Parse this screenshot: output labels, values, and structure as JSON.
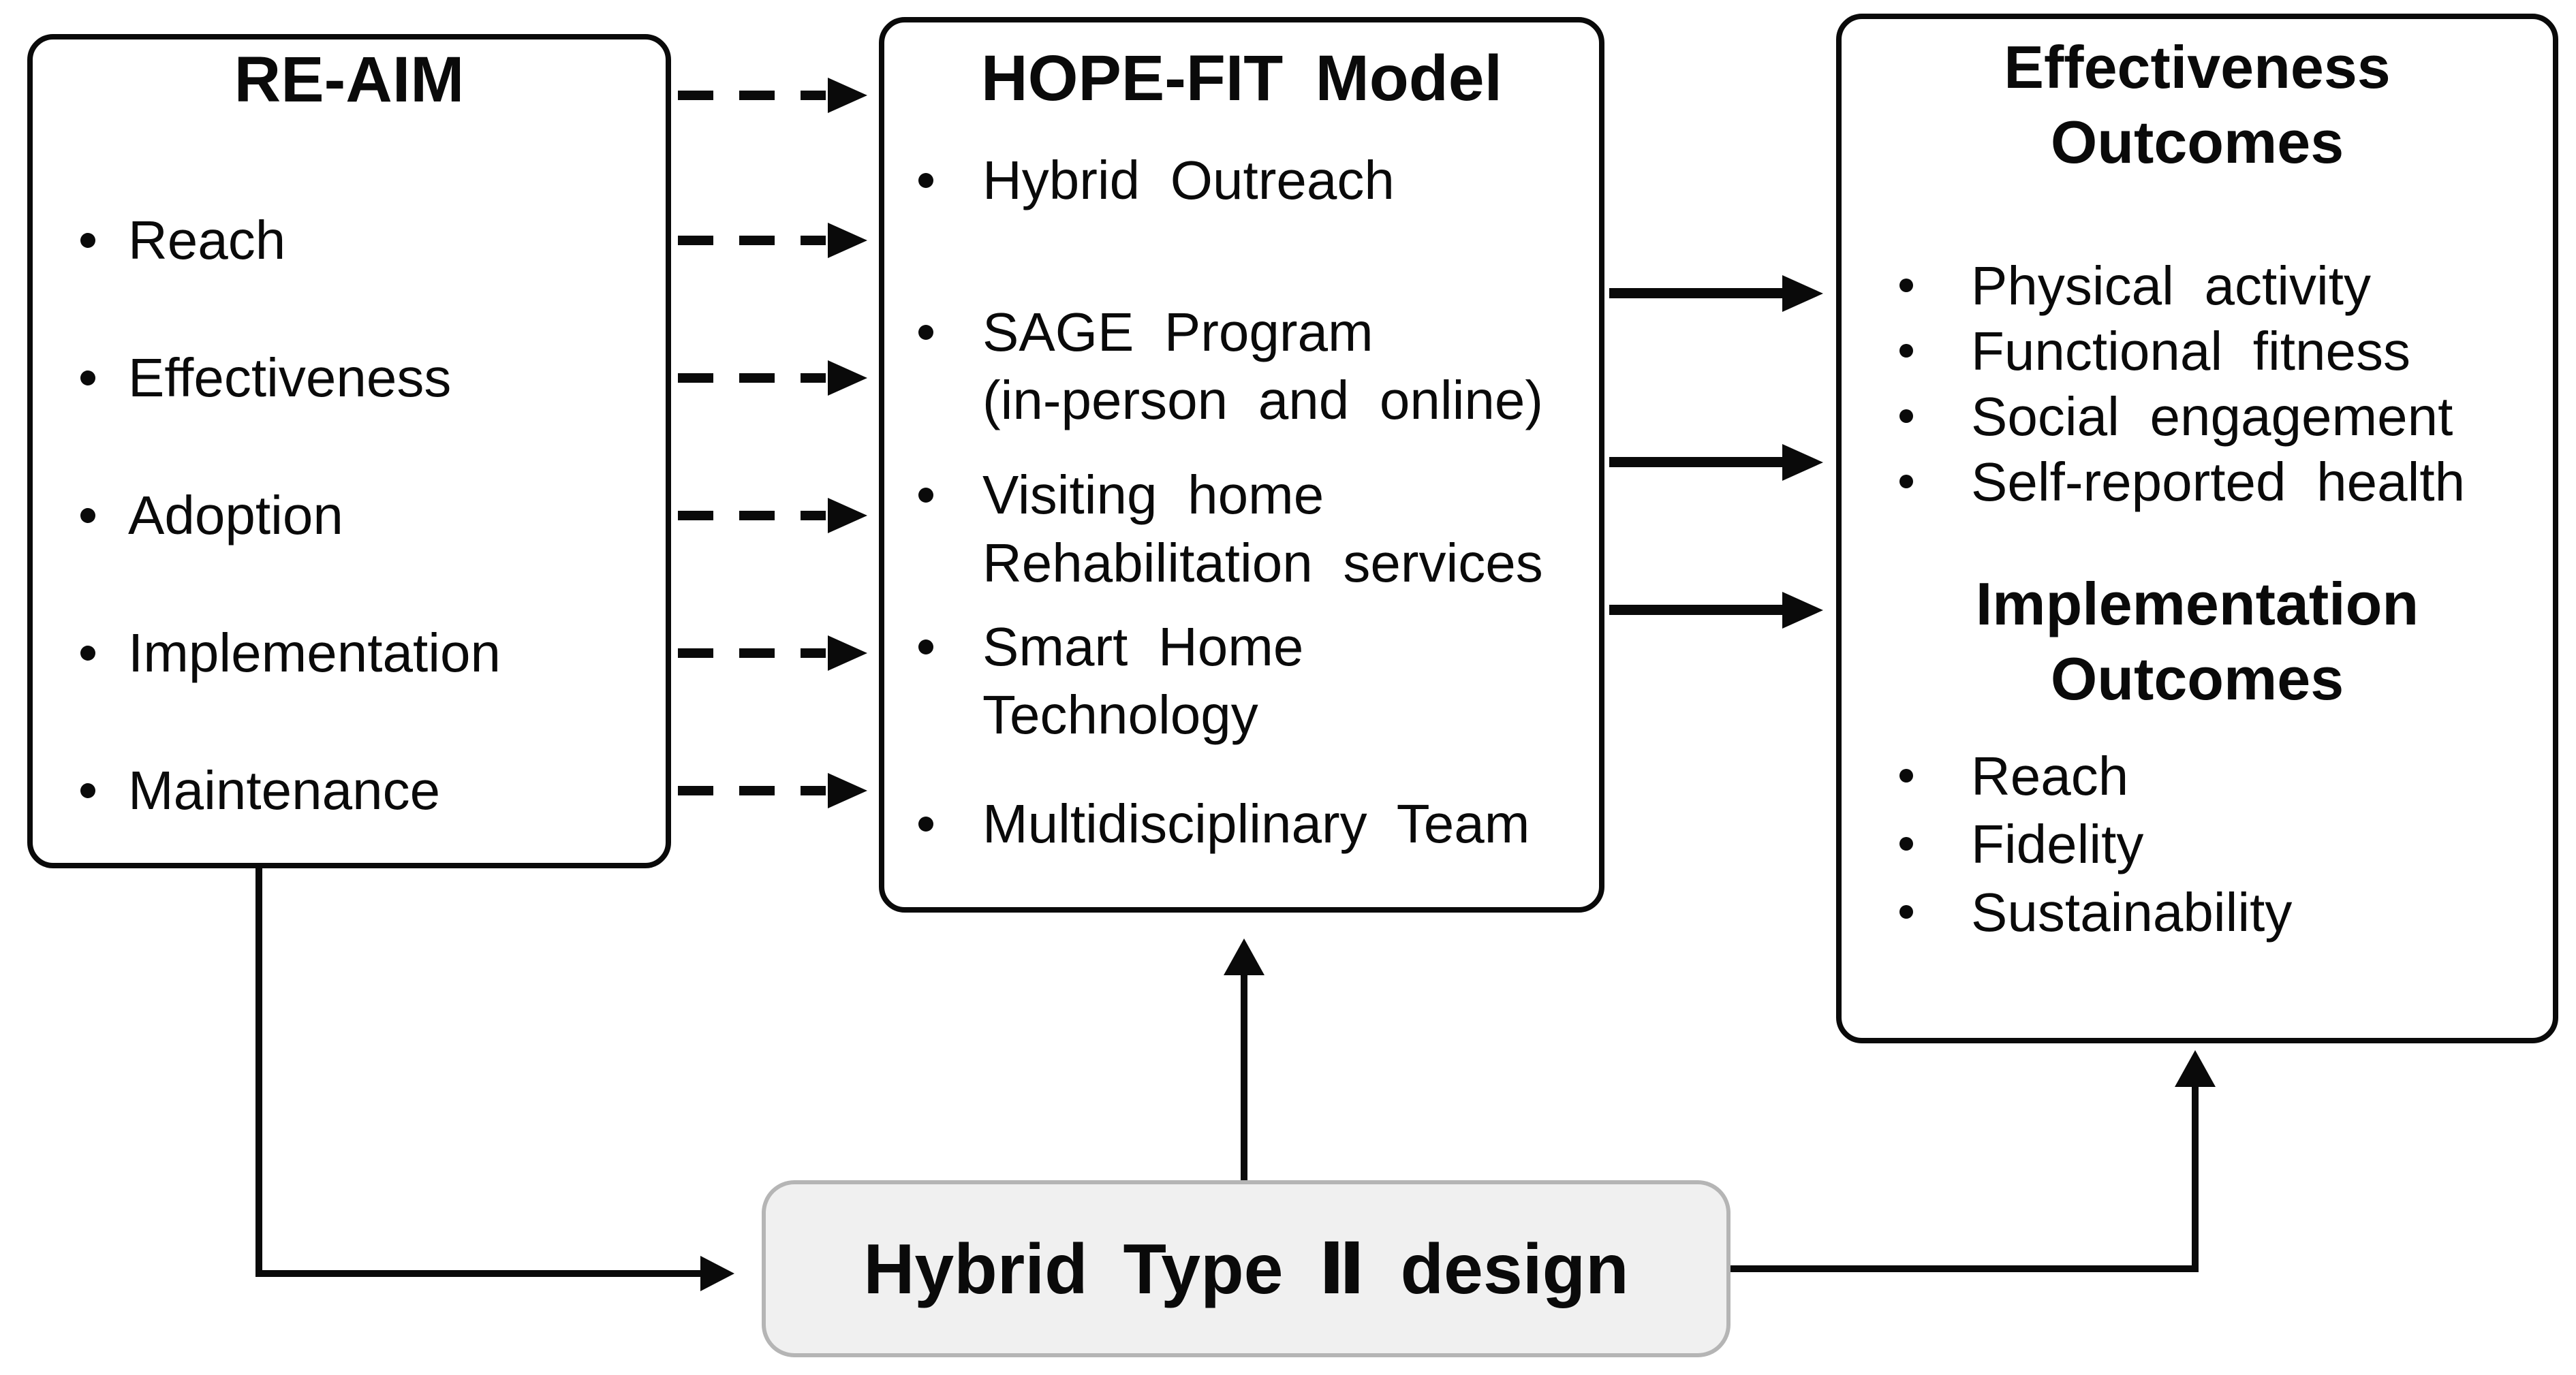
{
  "diagram_title": "HOPE-FIT Model framework diagram",
  "colors": {
    "line_black": "#0a0a0a",
    "box_background": "#ffffff",
    "design_box_background": "#f0f0f0",
    "design_box_border": "#b5b5b5"
  },
  "left_box": {
    "title": "RE-AIM",
    "items": [
      "Reach",
      "Effectiveness",
      "Adoption",
      "Implementation",
      "Maintenance"
    ]
  },
  "middle_box": {
    "title": "HOPE-FIT Model",
    "items": [
      [
        "Hybrid Outreach"
      ],
      [
        "SAGE Program",
        "(in-person and online)"
      ],
      [
        "Visiting home",
        "Rehabilitation services"
      ],
      [
        "Smart Home",
        "Technology"
      ],
      [
        "Multidisciplinary Team"
      ]
    ]
  },
  "right_box": {
    "effectiveness": {
      "title_lines": [
        "Effectiveness",
        "Outcomes"
      ],
      "items": [
        "Physical activity",
        "Functional fitness",
        "Social engagement",
        "Self-reported health"
      ]
    },
    "implementation": {
      "title_lines": [
        "Implementation",
        "Outcomes"
      ],
      "items": [
        "Reach",
        "Fidelity",
        "Sustainability"
      ]
    }
  },
  "bottom_box": {
    "label": "Hybrid Type Ⅱ design"
  }
}
